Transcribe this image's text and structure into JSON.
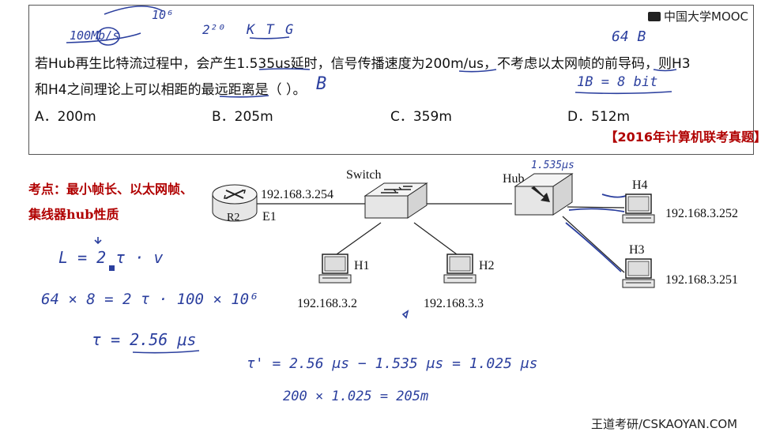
{
  "question": {
    "line1": "若Hub再生比特流过程中，会产生1.535us延时，信号传播速度为200m/us，不考虑以太网帧的前导码，则H3",
    "line2": "和H4之间理论上可以相距的最远距离是（     ）。",
    "options": [
      "A．200m",
      "B．205m",
      "C．359m",
      "D．512m"
    ],
    "source": "【2016年计算机联考真题】"
  },
  "logo": "中国大学MOOC",
  "annotations": {
    "rate": "100Mb/s",
    "exp6": "10⁶",
    "exp20": "2²⁰",
    "ktg": "K T G",
    "b64": "64 B",
    "byte": "1B = 8 bit",
    "answer": "B"
  },
  "kaodian": {
    "line1": "考点：最小帧长、以太网帧、",
    "line2": "集线器hub性质"
  },
  "diagram": {
    "switch_label": "Switch",
    "hub_label": "Hub",
    "hub_delay": "1.535μs",
    "r2_label": "R2",
    "e1_label": "E1",
    "r2_ip": "192.168.3.254",
    "h1_label": "H1",
    "h1_ip": "192.168.3.2",
    "h2_label": "H2",
    "h2_ip": "192.168.3.3",
    "h3_label": "H3",
    "h3_ip": "192.168.3.251",
    "h4_label": "H4",
    "h4_ip": "192.168.3.252"
  },
  "work": {
    "eq1": "L = 2 τ · v",
    "eq2": "64 × 8 = 2 τ · 100 × 10⁶",
    "eq3": "τ = 2.56 μs",
    "eq4": "τ' = 2.56 μs − 1.535 μs = 1.025 μs",
    "eq5": "200 × 1.025 = 205m"
  },
  "footer": "王道考研/CSKAOYAN.COM"
}
